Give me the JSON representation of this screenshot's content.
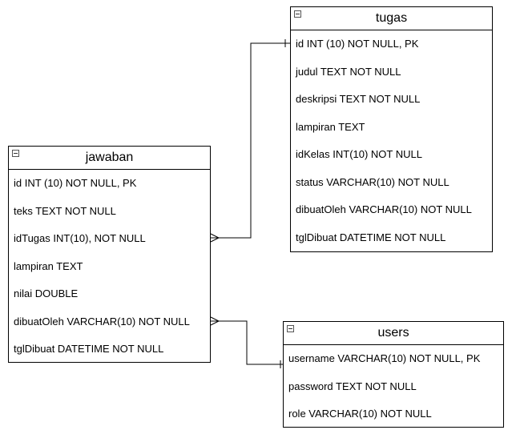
{
  "entities": {
    "tugas": {
      "title": "tugas",
      "fields": [
        "id INT (10) NOT NULL, PK",
        "judul TEXT NOT NULL",
        "deskripsi TEXT NOT NULL",
        "lampiran TEXT",
        "idKelas INT(10) NOT NULL",
        "status VARCHAR(10) NOT NULL",
        "dibuatOleh VARCHAR(10) NOT NULL",
        "tglDibuat DATETIME NOT NULL"
      ]
    },
    "jawaban": {
      "title": "jawaban",
      "fields": [
        "id INT (10) NOT NULL, PK",
        "teks TEXT NOT NULL",
        "idTugas INT(10), NOT NULL",
        "lampiran TEXT",
        "nilai DOUBLE",
        "dibuatOleh VARCHAR(10) NOT NULL",
        "tglDibuat DATETIME NOT NULL"
      ]
    },
    "users": {
      "title": "users",
      "fields": [
        "username VARCHAR(10) NOT NULL, PK",
        "password TEXT NOT NULL",
        "role  VARCHAR(10) NOT NULL"
      ]
    }
  },
  "relationships": [
    {
      "from": "jawaban.idTugas",
      "to": "tugas.id",
      "from_end": "many",
      "to_end": "one"
    },
    {
      "from": "jawaban.dibuatOleh",
      "to": "users.username",
      "from_end": "many",
      "to_end": "one"
    }
  ]
}
